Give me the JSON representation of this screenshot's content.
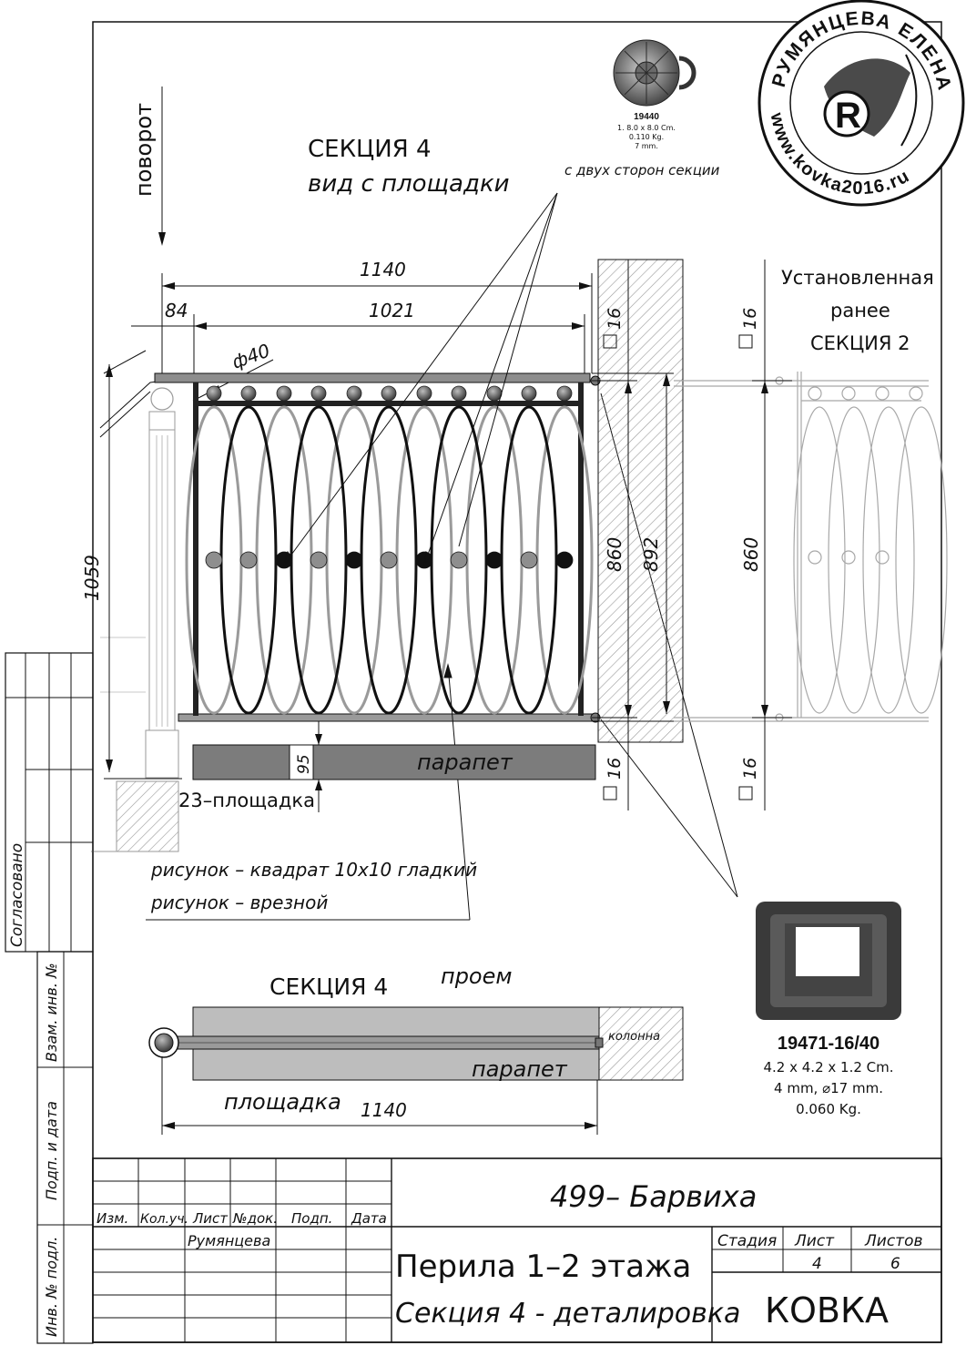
{
  "stamp": {
    "ring_text": "РУМЯНЦЕВА ЕЛЕНА",
    "website": "www.kovka2016.ru",
    "letter": "R"
  },
  "labels": {
    "turn": "поворот",
    "section_title_1": "СЕКЦИЯ 4",
    "section_title_2": "вид с площадки",
    "installed_1": "Установленная",
    "installed_2": "ранее",
    "installed_3": "СЕКЦИЯ 2",
    "parapet": "парапет",
    "platform_level": "23–площадка",
    "note_1": "рисунок – квадрат 10х10 гладкий",
    "note_2": "рисунок – врезной",
    "plan_title": "СЕКЦИЯ 4",
    "opening": "проем",
    "column": "колонна",
    "parapet_plan": "парапет",
    "platform_plan": "площадка",
    "approved": "Согласовано",
    "both_sides": "с двух сторон секции"
  },
  "dimensions": {
    "d1140": "1140",
    "d84": "84",
    "d1021": "1021",
    "dphi40": "ф40",
    "d1059": "1059",
    "d860": "860",
    "d892": "892",
    "d860b": "860",
    "d95": "95",
    "d16a": "16",
    "d16b": "16",
    "d16c": "16",
    "d16d": "16",
    "d1140b": "1140"
  },
  "parts": {
    "rosette": {
      "code": "19440",
      "line1": "1. 8.0 x 8.0 Cm.",
      "line2": "0.110 Kg.",
      "line3": "7 mm."
    },
    "flange": {
      "code": "19471-16/40",
      "line1": "4.2 x 4.2 x 1.2 Cm.",
      "line2": "4 mm, ⌀17 mm.",
      "line3": "0.060 Kg."
    }
  },
  "side_strip": {
    "inv_repl": "Взам. инв. №",
    "sign_date": "Подп. и дата",
    "inv_orig": "Инв. № подл."
  },
  "title_block": {
    "project": "499– Барвиха",
    "col_change": "Изм.",
    "col_qty": "Кол.уч.",
    "col_sheet": "Лист",
    "col_doc": "№док.",
    "col_sign": "Подп.",
    "col_date": "Дата",
    "author": "Румянцева",
    "name_1": "Перила 1–2 этажа",
    "name_2": "Секция 4 - деталировка",
    "stage_label": "Стадия",
    "sheet_label": "Лист",
    "sheets_label": "Листов",
    "sheet": "4",
    "sheets": "6",
    "org": "КОВКА"
  },
  "colors": {
    "ink": "#111111",
    "dark_fill": "#555555",
    "mid_fill": "#999999",
    "light_fill": "#bfbfbf",
    "ghost": "#9a9a9a"
  }
}
